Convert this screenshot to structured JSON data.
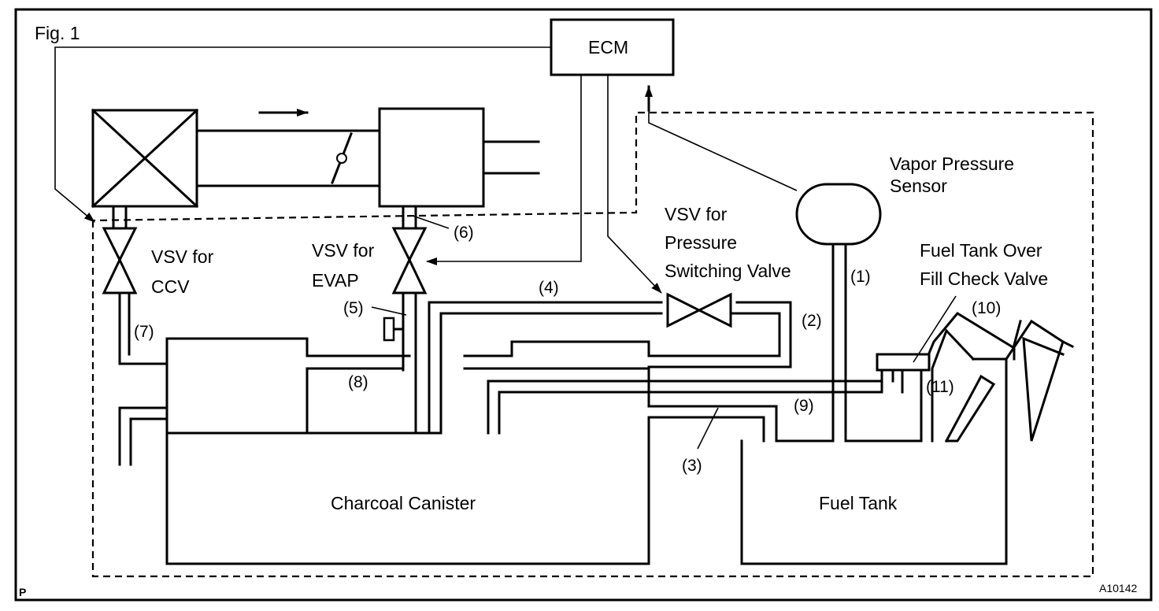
{
  "figure": {
    "fig_label": "Fig. 1",
    "corner_mark": "P",
    "code": "A10142"
  },
  "components": {
    "ecm": "ECM",
    "vapor_sensor_line1": "Vapor Pressure",
    "vapor_sensor_line2": "Sensor",
    "vsv_psv_line1": "VSV for",
    "vsv_psv_line2": "Pressure",
    "vsv_psv_line3": "Switching Valve",
    "vsv_ccv_line1": "VSV for",
    "vsv_ccv_line2": "CCV",
    "vsv_evap_line1": "VSV for",
    "vsv_evap_line2": "EVAP",
    "check_valve_line1": "Fuel Tank Over",
    "check_valve_line2": "Fill Check Valve",
    "canister": "Charcoal Canister",
    "fuel_tank": "Fuel Tank"
  },
  "callouts": [
    "(1)",
    "(2)",
    "(3)",
    "(4)",
    "(5)",
    "(6)",
    "(7)",
    "(8)",
    "(9)",
    "(10)",
    "(11)"
  ]
}
